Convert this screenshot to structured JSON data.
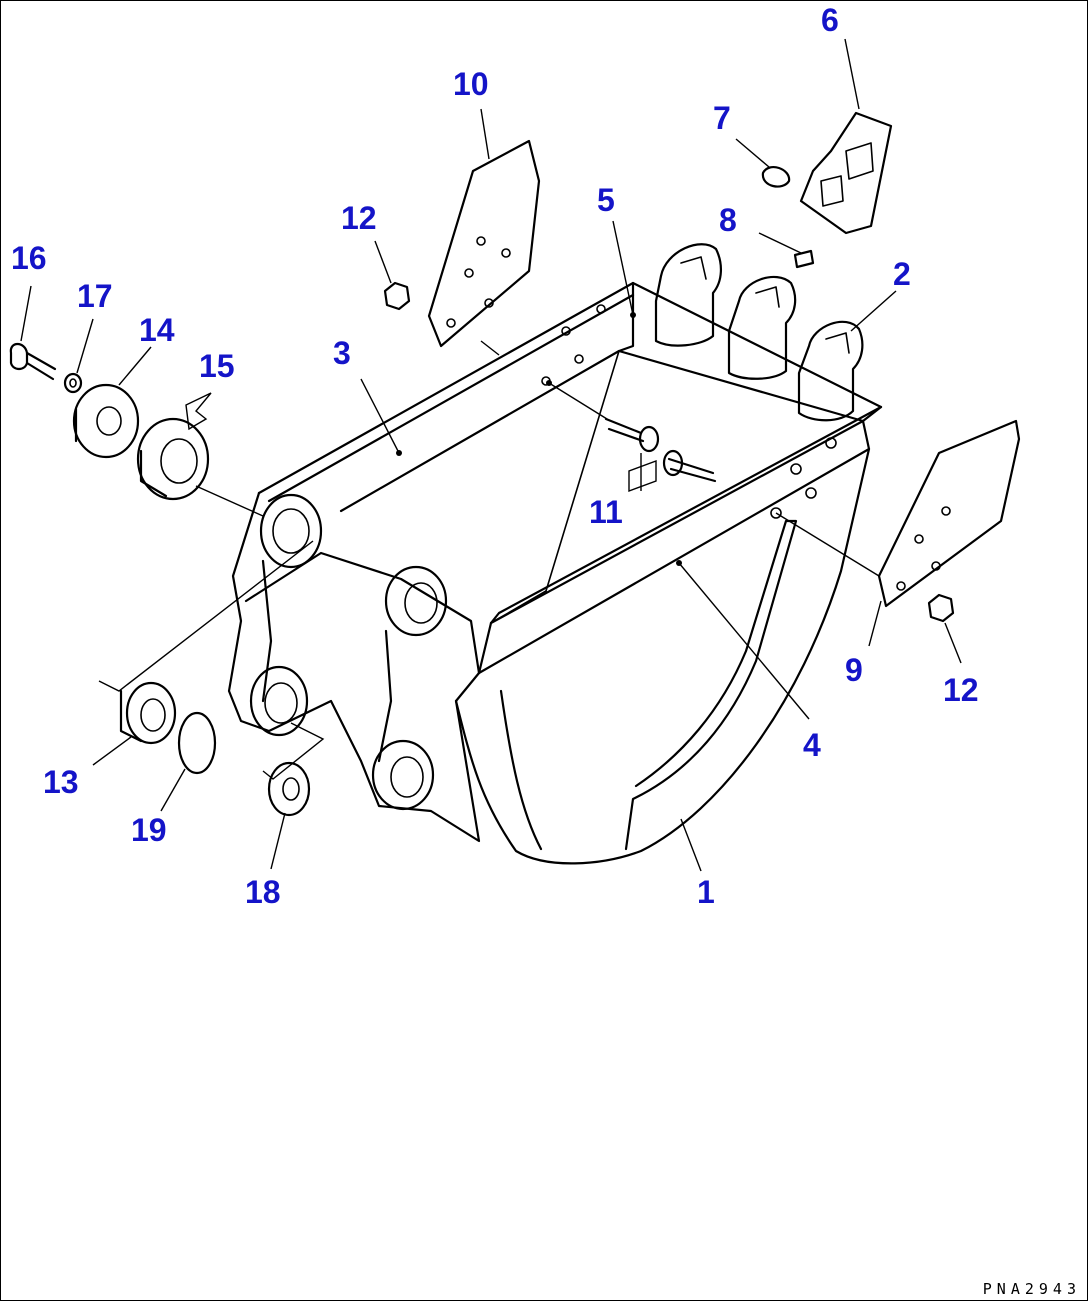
{
  "drawing_code": "PNA2943",
  "callouts": [
    "1",
    "2",
    "3",
    "4",
    "5",
    "6",
    "7",
    "8",
    "9",
    "10",
    "11",
    "12",
    "12",
    "13",
    "14",
    "15",
    "16",
    "17",
    "18",
    "19"
  ]
}
